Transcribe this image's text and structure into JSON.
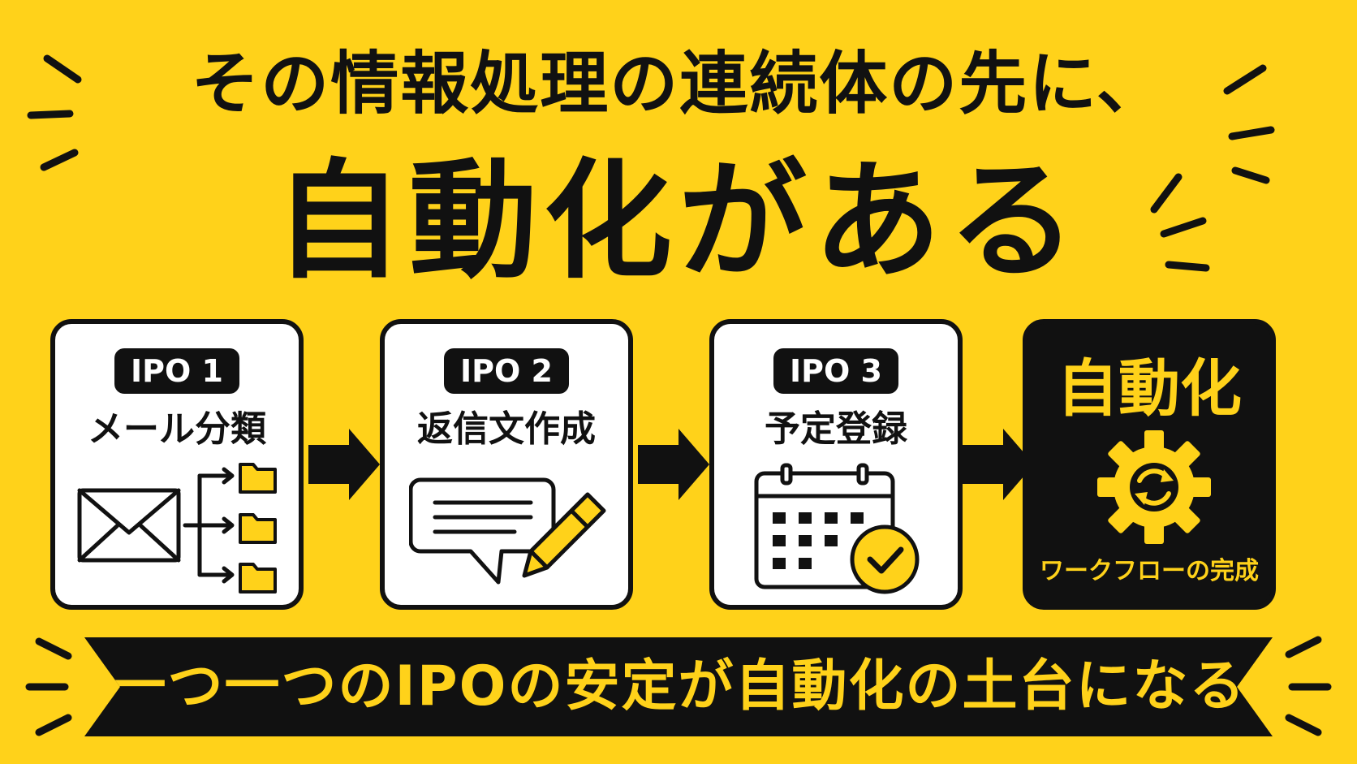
{
  "header": {
    "line1": "その情報処理の連続体の先に、",
    "line2": "自動化がある"
  },
  "steps": [
    {
      "badge": "IPO 1",
      "title": "メール分類",
      "icon": "mail-sort-icon"
    },
    {
      "badge": "IPO 2",
      "title": "返信文作成",
      "icon": "reply-pencil-icon"
    },
    {
      "badge": "IPO 3",
      "title": "予定登録",
      "icon": "calendar-check-icon"
    }
  ],
  "final": {
    "title": "自動化",
    "subtitle": "ワークフローの完成",
    "icon": "gear-cycle-icon"
  },
  "banner": {
    "text": "一つ一つのIPOの安定が自動化の土台になる"
  },
  "colors": {
    "background": "#FFD21A",
    "ink": "#111111",
    "accent": "#FFD21A",
    "card": "#FFFFFF"
  }
}
